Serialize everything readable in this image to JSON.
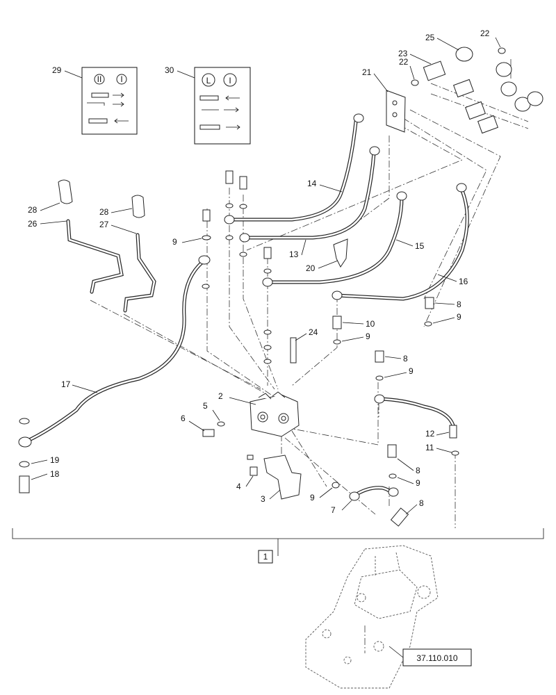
{
  "callouts": {
    "c1": "1",
    "c2": "2",
    "c3": "3",
    "c4": "4",
    "c5": "5",
    "c6": "6",
    "c7": "7",
    "c8a": "8",
    "c8b": "8",
    "c8c": "8",
    "c8d": "8",
    "c9a": "9",
    "c9b": "9",
    "c9c": "9",
    "c9d": "9",
    "c9e": "9",
    "c9f": "9",
    "c10": "10",
    "c11": "11",
    "c12": "12",
    "c13": "13",
    "c14": "14",
    "c15": "15",
    "c16": "16",
    "c17": "17",
    "c18": "18",
    "c19": "19",
    "c20": "20",
    "c21": "21",
    "c22a": "22",
    "c22b": "22",
    "c23": "23",
    "c24": "24",
    "c25": "25",
    "c26": "26",
    "c27": "27",
    "c28a": "28",
    "c28b": "28",
    "c29": "29",
    "c30": "30"
  },
  "decals": {
    "d29_left": "II",
    "d29_right": "I",
    "d30_left": "L",
    "d30_right": "I"
  },
  "reference": {
    "assembly_ref": "37.110.010"
  }
}
